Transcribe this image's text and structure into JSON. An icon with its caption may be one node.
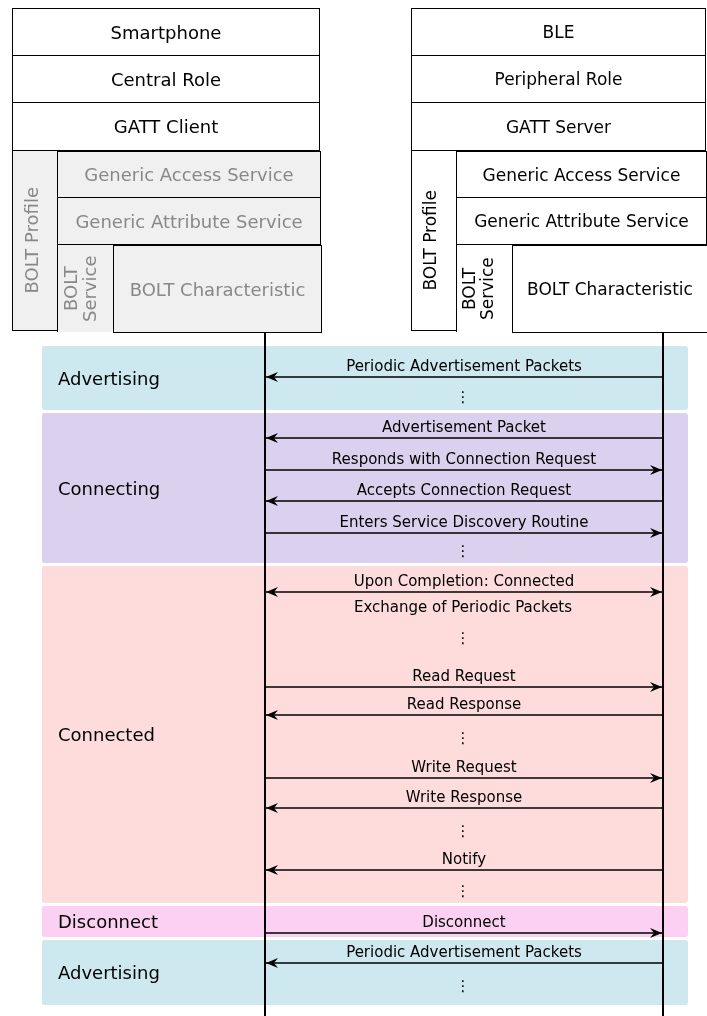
{
  "diagram": {
    "nodes": [
      {
        "text": [
          "Smartphone"
        ]
      },
      {
        "text": [
          "Central Role"
        ]
      },
      {
        "text": [
          "GATT Client"
        ]
      },
      {
        "text": [
          "BOLT Profile"
        ]
      },
      {
        "text": [
          "Generic Access Service"
        ],
        "in": 3
      },
      {
        "text": [
          "Generic Attribute Service"
        ],
        "in": 3
      },
      {
        "text": [
          "BOLT Service"
        ],
        "in": 3
      },
      {
        "text": [
          "BOLT Characteristic"
        ],
        "in": 6
      },
      {
        "text": [
          "BLE"
        ]
      },
      {
        "text": [
          "Peripheral Role"
        ]
      },
      {
        "text": [
          "GATT Server"
        ]
      },
      {
        "text": [
          "BOLT Profile"
        ]
      },
      {
        "text": [
          "Generic Access Service"
        ],
        "in": 11
      },
      {
        "text": [
          "Generic Attribute Service"
        ],
        "in": 11
      },
      {
        "text": [
          "BOLT Service"
        ],
        "in": 11
      },
      {
        "text": [
          "BOLT Characteristic"
        ],
        "in": 14
      },
      {
        "text": [],
        "shape": "bar"
      },
      {
        "text": [],
        "shape": "bar"
      },
      {
        "text": [
          "Advertising"
        ]
      },
      {
        "text": [
          "Connecting"
        ]
      },
      {
        "text": [
          "Connected"
        ]
      },
      {
        "text": [
          "Disconnect"
        ]
      },
      {
        "text": [
          "Advertising"
        ]
      }
    ],
    "edges": [
      {
        "from": 17,
        "to": 16,
        "arrow": "to",
        "label": "Periodic Advertisement Packets"
      },
      {
        "from": 17,
        "to": 16,
        "arrow": "to",
        "label": "Advertisement Packet"
      },
      {
        "from": 16,
        "to": 17,
        "arrow": "to",
        "label": "Responds with Connection Request"
      },
      {
        "from": 17,
        "to": 16,
        "arrow": "to",
        "label": "Accepts Connection Request"
      },
      {
        "from": 16,
        "to": 17,
        "arrow": "to",
        "label": "Enters Service Discovery Routine"
      },
      {
        "from": 16,
        "to": 17,
        "arrow": "both",
        "label": "Upon Completion: Connected"
      },
      {
        "from": 16,
        "to": 17,
        "arrow": "to",
        "label": "Read Request"
      },
      {
        "from": 17,
        "to": 16,
        "arrow": "to",
        "label": "Read Response"
      },
      {
        "from": 16,
        "to": 17,
        "arrow": "to",
        "label": "Write Request"
      },
      {
        "from": 17,
        "to": 16,
        "arrow": "to",
        "label": "Write Response"
      },
      {
        "from": 17,
        "to": 16,
        "arrow": "to",
        "label": "Notify"
      },
      {
        "from": 16,
        "to": 17,
        "arrow": "to",
        "label": "Disconnect"
      },
      {
        "from": 17,
        "to": 16,
        "arrow": "to",
        "label": "Periodic Advertisement Packets"
      }
    ],
    "labels": [
      "⋮",
      "⋮",
      "Exchange of Periodic Packets",
      "⋮",
      "⋮",
      "⋮",
      "⋮",
      "⋮"
    ]
  }
}
